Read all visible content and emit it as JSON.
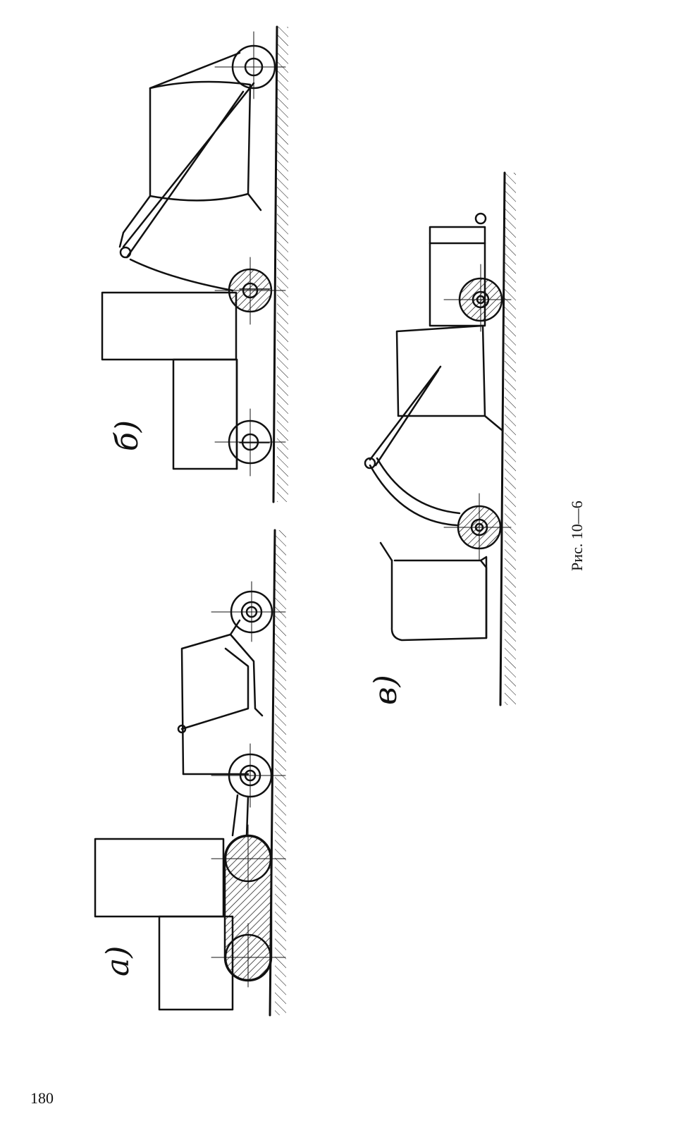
{
  "figure": {
    "caption": "Рис. 10—6",
    "panel_labels": {
      "a": "а)",
      "b": "б)",
      "v": "в)"
    }
  },
  "page_number": "180"
}
